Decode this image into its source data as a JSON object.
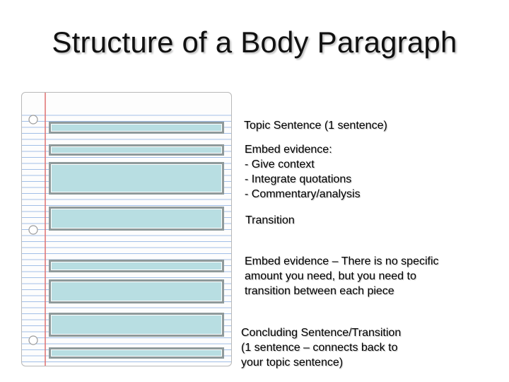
{
  "slide": {
    "title": "Structure of a Body Paragraph"
  },
  "labels": {
    "topic": "Topic Sentence (1 sentence)",
    "evidence1": {
      "heading": "Embed evidence:",
      "items": [
        "-  Give context",
        "-  Integrate quotations",
        "-  Commentary/analysis"
      ]
    },
    "transition": "Transition",
    "evidence2": {
      "lines": [
        "Embed evidence – There is no specific",
        "amount you need, but you need to",
        "transition between each piece"
      ]
    },
    "concluding": {
      "lines": [
        "Concluding Sentence/Transition",
        "(1 sentence – connects back to",
        "your topic sentence)"
      ]
    }
  },
  "colors": {
    "box_fill": "#b8dee2",
    "box_border": "#8f9a9b",
    "ruled_line": "#5b8ed6",
    "margin_line": "#e07070"
  }
}
